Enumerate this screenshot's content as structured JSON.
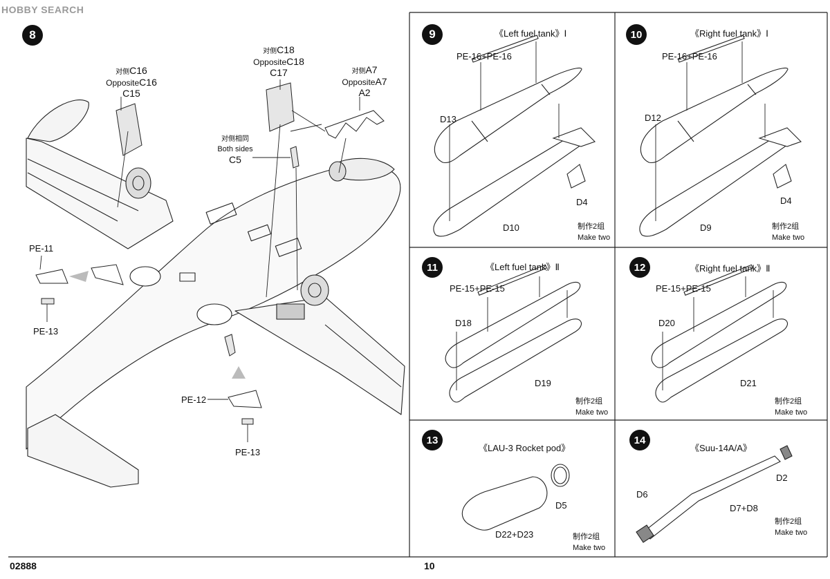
{
  "watermark": "HOBBY SEARCH",
  "footer": {
    "code": "02888",
    "page": "10"
  },
  "step8": {
    "num": "8",
    "callout_c16": {
      "cn": "对侧",
      "l1": "C16",
      "opp": "Opposite",
      "l2": "C16",
      "l3": "C15"
    },
    "callout_c18": {
      "cn": "对侧",
      "l1": "C18",
      "opp": "Opposite",
      "l2": "C18",
      "l3": "C17"
    },
    "callout_a7": {
      "cn": "对侧",
      "l1": "A7",
      "opp": "Opposite",
      "l2": "A7",
      "l3": "A2"
    },
    "callout_c5": {
      "cn": "对侧相同",
      "both": "Both sides",
      "part": "C5"
    },
    "pe11": "PE-11",
    "pe13a": "PE-13",
    "pe12": "PE-12",
    "pe13b": "PE-13"
  },
  "step9": {
    "num": "9",
    "title": "《Left fuel tank》Ⅰ",
    "pe": "PE-16+PE-16",
    "a": "D13",
    "b": "D10",
    "c": "D4",
    "mk_cn": "制作2组",
    "mk_en": "Make two"
  },
  "step10": {
    "num": "10",
    "title": "《Right  fuel tank》Ⅰ",
    "pe": "PE-16+PE-16",
    "a": "D12",
    "b": "D9",
    "c": "D4",
    "mk_cn": "制作2组",
    "mk_en": "Make two"
  },
  "step11": {
    "num": "11",
    "title": "《Left fuel tank》Ⅱ",
    "pe": "PE-15+PE-15",
    "a": "D18",
    "b": "D19",
    "mk_cn": "制作2组",
    "mk_en": "Make two"
  },
  "step12": {
    "num": "12",
    "title": "《Right  fuel tank》Ⅱ",
    "pe": "PE-15+PE-15",
    "a": "D20",
    "b": "D21",
    "mk_cn": "制作2组",
    "mk_en": "Make two"
  },
  "step13": {
    "num": "13",
    "title": "《LAU-3 Rocket pod》",
    "a": "D5",
    "b": "D22+D23",
    "mk_cn": "制作2组",
    "mk_en": "Make two"
  },
  "step14": {
    "num": "14",
    "title": "《Suu-14A/A》",
    "a": "D2",
    "b": "D6",
    "c": "D7+D8",
    "mk_cn": "制作2组",
    "mk_en": "Make two"
  }
}
